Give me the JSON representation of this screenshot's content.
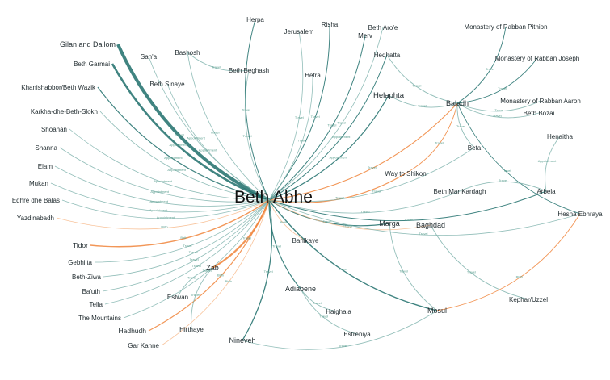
{
  "diagram": {
    "center": "Beth Abhe",
    "colors": {
      "teal": "#1f6f6b",
      "teal_light": "#7fb3ad",
      "orange": "#f0843a",
      "orange_light": "#f7b98a",
      "label": "#1f2a2e"
    },
    "nodes": [
      {
        "id": "gilan",
        "label": "Gilan and Dailom"
      },
      {
        "id": "garmai",
        "label": "Beth Garmai"
      },
      {
        "id": "khanishabbor",
        "label": "Khanishabbor/Beth Wazik"
      },
      {
        "id": "karkha",
        "label": "Karkha-dhe-Beth-Slokh"
      },
      {
        "id": "shoahan",
        "label": "Shoahan"
      },
      {
        "id": "shanna",
        "label": "Shanna"
      },
      {
        "id": "elam",
        "label": "Elam"
      },
      {
        "id": "mukan",
        "label": "Mukan"
      },
      {
        "id": "edhre",
        "label": "Edhre dhe Balas"
      },
      {
        "id": "yazdinabadh",
        "label": "Yazdinabadh"
      },
      {
        "id": "tidor",
        "label": "Tidor"
      },
      {
        "id": "gebhilta",
        "label": "Gebhilta"
      },
      {
        "id": "bethziwa",
        "label": "Beth-Ziwa"
      },
      {
        "id": "bauth",
        "label": "Ba'uth"
      },
      {
        "id": "tella",
        "label": "Tella"
      },
      {
        "id": "mountains",
        "label": "The Mountains"
      },
      {
        "id": "hadhudh",
        "label": "Hadhudh"
      },
      {
        "id": "garkahne",
        "label": "Gar Kahne"
      },
      {
        "id": "hirthaye",
        "label": "Hirthaye"
      },
      {
        "id": "estwan",
        "label": "Estwan"
      },
      {
        "id": "zab",
        "label": "Zab"
      },
      {
        "id": "nineveh",
        "label": "Nineveh"
      },
      {
        "id": "adiabene",
        "label": "Adiabene"
      },
      {
        "id": "banikaye",
        "label": "Banikaye"
      },
      {
        "id": "haighala",
        "label": "Haighala"
      },
      {
        "id": "estreniya",
        "label": "Estreniya"
      },
      {
        "id": "mosul",
        "label": "Mosul"
      },
      {
        "id": "marga",
        "label": "Marga"
      },
      {
        "id": "baghdad",
        "label": "Baghdad"
      },
      {
        "id": "kephar",
        "label": "Kephar/Uzzel"
      },
      {
        "id": "hesna",
        "label": "Hesna Ebhraya"
      },
      {
        "id": "arbela",
        "label": "Arbela"
      },
      {
        "id": "bethmar",
        "label": "Beth Mar Kardagh"
      },
      {
        "id": "shikon",
        "label": "Way to Shikon"
      },
      {
        "id": "henaitha",
        "label": "Henaitha"
      },
      {
        "id": "beta",
        "label": "Beta"
      },
      {
        "id": "bozai",
        "label": "Beth Bozai"
      },
      {
        "id": "aaron",
        "label": "Monastery of Rabban Aaron"
      },
      {
        "id": "joseph",
        "label": "Monastery of Rabban Joseph"
      },
      {
        "id": "pithion",
        "label": "Monastery of Rabban Pithion"
      },
      {
        "id": "baladh",
        "label": "Baladh"
      },
      {
        "id": "helaphta",
        "label": "Helaphta"
      },
      {
        "id": "hedhatta",
        "label": "Hedhatta"
      },
      {
        "id": "merv",
        "label": "Merv"
      },
      {
        "id": "betharoe",
        "label": "Beth Aro'e"
      },
      {
        "id": "risha",
        "label": "Risha"
      },
      {
        "id": "jerusalem",
        "label": "Jerusalem"
      },
      {
        "id": "herpa",
        "label": "Herpa"
      },
      {
        "id": "hetra",
        "label": "Hetra"
      },
      {
        "id": "bethbeghash",
        "label": "Beth Beghash"
      },
      {
        "id": "bashosh",
        "label": "Bashosh"
      },
      {
        "id": "sana",
        "label": "San'a"
      },
      {
        "id": "bethsinaye",
        "label": "Beth Sinaye"
      }
    ],
    "edges": [
      {
        "to": "gilan",
        "color": "teal",
        "weight": 4,
        "label": "Travel"
      },
      {
        "to": "garmai",
        "color": "teal",
        "weight": 2.6,
        "label": "Appointment"
      },
      {
        "to": "khanishabbor",
        "color": "teal",
        "weight": 1.2,
        "label": "Appointment"
      },
      {
        "to": "karkha",
        "color": "teal_light",
        "weight": 0.8,
        "label": "Appointment"
      },
      {
        "to": "shoahan",
        "color": "teal_light",
        "weight": 0.8,
        "label": "Appointment"
      },
      {
        "to": "shanna",
        "color": "teal_light",
        "weight": 0.8,
        "label": "Appointment"
      },
      {
        "to": "elam",
        "color": "teal_light",
        "weight": 0.8,
        "label": "Appointment"
      },
      {
        "to": "mukan",
        "color": "teal_light",
        "weight": 0.8,
        "label": "Appointment"
      },
      {
        "to": "edhre",
        "color": "teal_light",
        "weight": 0.8,
        "label": "Appointment"
      },
      {
        "to": "yazdinabadh",
        "color": "orange_light",
        "weight": 0.8,
        "label": "Birth"
      },
      {
        "to": "tidor",
        "color": "orange",
        "weight": 1.4,
        "label": "Birth"
      },
      {
        "to": "gebhilta",
        "color": "teal_light",
        "weight": 0.8,
        "label": "Travel"
      },
      {
        "to": "bethziwa",
        "color": "teal_light",
        "weight": 0.8,
        "label": "Travel"
      },
      {
        "to": "bauth",
        "color": "teal_light",
        "weight": 0.8,
        "label": "Travel"
      },
      {
        "to": "tella",
        "color": "teal_light",
        "weight": 0.8,
        "label": "Travel"
      },
      {
        "to": "mountains",
        "color": "teal_light",
        "weight": 0.8,
        "label": "Travel"
      },
      {
        "to": "hadhudh",
        "color": "orange",
        "weight": 1.2,
        "label": "Birth"
      },
      {
        "to": "garkahne",
        "color": "orange_light",
        "weight": 0.8,
        "label": "Birth"
      },
      {
        "to": "zab",
        "color": "orange",
        "weight": 2.2,
        "label": "Travel"
      },
      {
        "to": "nineveh",
        "color": "teal",
        "weight": 1.3,
        "label": "Travel"
      },
      {
        "to": "adiabene",
        "color": "teal",
        "weight": 1.2,
        "label": "Travel"
      },
      {
        "to": "banikaye",
        "color": "orange_light",
        "weight": 0.8,
        "label": "Birth"
      },
      {
        "to": "marga",
        "color": "teal",
        "weight": 1.2,
        "label": "Travel"
      },
      {
        "to": "mosul",
        "color": "teal",
        "weight": 1.4,
        "label": "Travel"
      },
      {
        "to": "baghdad",
        "color": "orange_light",
        "weight": 0.8,
        "label": "Travel"
      },
      {
        "to": "bethmar",
        "color": "teal_light",
        "weight": 0.8,
        "label": "Travel"
      },
      {
        "to": "arbela",
        "color": "teal",
        "weight": 1.0,
        "label": "Travel"
      },
      {
        "to": "hesna",
        "color": "teal_light",
        "weight": 0.8,
        "label": "Travel"
      },
      {
        "to": "shikon",
        "color": "orange",
        "weight": 1.2,
        "label": "Travel"
      },
      {
        "to": "baladh",
        "color": "orange",
        "weight": 1.1,
        "label": "Travel"
      },
      {
        "to": "helaphta",
        "color": "teal",
        "weight": 1.2,
        "label": "Appointment"
      },
      {
        "to": "hedhatta",
        "color": "teal",
        "weight": 1.0,
        "label": "Appointment"
      },
      {
        "to": "merv",
        "color": "teal",
        "weight": 1.0,
        "label": "Travel"
      },
      {
        "to": "betharoe",
        "color": "teal_light",
        "weight": 0.8,
        "label": "Travel"
      },
      {
        "to": "risha",
        "color": "teal",
        "weight": 1.0,
        "label": "Travel"
      },
      {
        "to": "jerusalem",
        "color": "teal_light",
        "weight": 0.8,
        "label": "Travel"
      },
      {
        "to": "herpa",
        "color": "teal",
        "weight": 1.0,
        "label": "Travel"
      },
      {
        "to": "hetra",
        "color": "teal_light",
        "weight": 0.8,
        "label": "Travel"
      },
      {
        "to": "bethbeghash",
        "color": "teal_light",
        "weight": 0.8,
        "label": "Travel"
      },
      {
        "to": "bashosh",
        "color": "teal_light",
        "weight": 0.8,
        "label": "Travel"
      },
      {
        "to": "sana",
        "color": "teal_light",
        "weight": 0.8,
        "label": "Appointment"
      },
      {
        "to": "bethsinaye",
        "color": "teal_light",
        "weight": 0.8,
        "label": "Appointment"
      },
      {
        "to": "beta",
        "color": "teal_light",
        "weight": 0.8,
        "label": "Travel"
      }
    ],
    "side_edges": [
      {
        "from": "zab",
        "to": "hirthaye",
        "color": "teal_light",
        "label": "Travel"
      },
      {
        "from": "zab",
        "to": "estwan",
        "color": "teal_light",
        "label": "Travel"
      },
      {
        "from": "nineveh",
        "to": "mosul",
        "color": "teal_light",
        "label": "Travel"
      },
      {
        "from": "adiabene",
        "to": "haighala",
        "color": "teal_light",
        "label": "Travel"
      },
      {
        "from": "adiabene",
        "to": "estreniya",
        "color": "teal_light",
        "label": "Travel"
      },
      {
        "from": "marga",
        "to": "mosul",
        "color": "teal_light",
        "label": "Travel"
      },
      {
        "from": "baghdad",
        "to": "kephar",
        "color": "teal_light",
        "label": "Travel"
      },
      {
        "from": "mosul",
        "to": "hesna",
        "color": "orange",
        "label": "Birth"
      },
      {
        "from": "baladh",
        "to": "pithion",
        "color": "teal",
        "label": "Travel"
      },
      {
        "from": "baladh",
        "to": "joseph",
        "color": "teal",
        "label": "Travel"
      },
      {
        "from": "baladh",
        "to": "aaron",
        "color": "teal_light",
        "label": "Travel"
      },
      {
        "from": "baladh",
        "to": "bozai",
        "color": "teal_light",
        "label": "Travel"
      },
      {
        "from": "baladh",
        "to": "hesna",
        "color": "teal",
        "label": "Travel"
      },
      {
        "from": "baladh",
        "to": "beta",
        "color": "teal_light",
        "label": "Travel"
      },
      {
        "from": "helaphta",
        "to": "baladh",
        "color": "teal_light",
        "label": "Travel"
      },
      {
        "from": "henaitha",
        "to": "arbela",
        "color": "teal_light",
        "label": "Appointment"
      },
      {
        "from": "arbela",
        "to": "bethmar",
        "color": "teal_light",
        "label": "Travel"
      },
      {
        "from": "shikon",
        "to": "baladh",
        "color": "orange",
        "label": "Travel"
      },
      {
        "from": "hedhatta",
        "to": "baladh",
        "color": "teal_light",
        "label": "Travel"
      },
      {
        "from": "bashosh",
        "to": "bethbeghash",
        "color": "teal_light",
        "label": "Travel"
      }
    ]
  }
}
